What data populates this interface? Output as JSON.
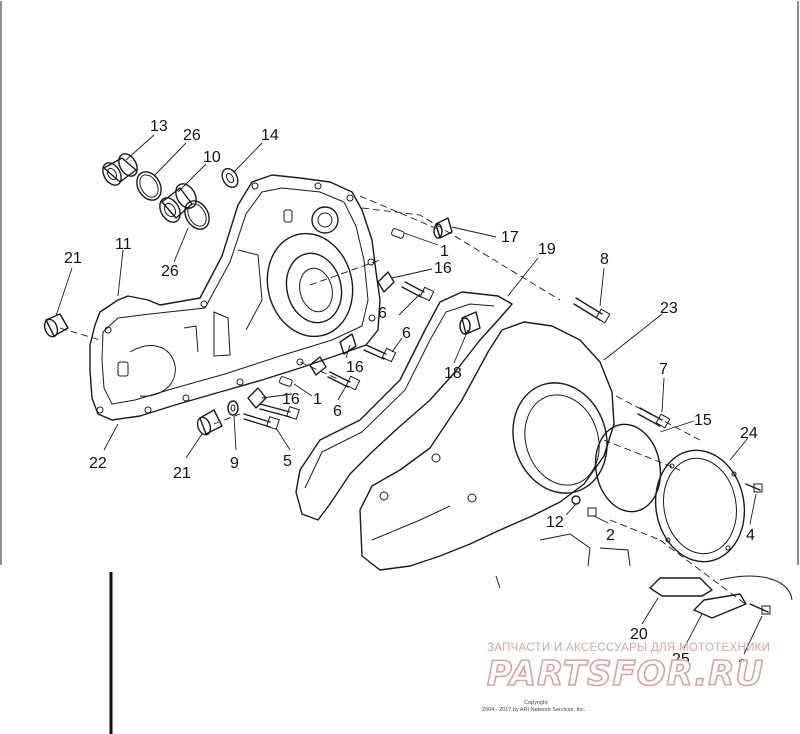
{
  "callouts": [
    {
      "id": "c13",
      "label": "13"
    },
    {
      "id": "c26a",
      "label": "26"
    },
    {
      "id": "c10",
      "label": "10"
    },
    {
      "id": "c14",
      "label": "14"
    },
    {
      "id": "c21a",
      "label": "21"
    },
    {
      "id": "c11",
      "label": "11"
    },
    {
      "id": "c26b",
      "label": "26"
    },
    {
      "id": "c1a",
      "label": "1"
    },
    {
      "id": "c17",
      "label": "17"
    },
    {
      "id": "c19",
      "label": "19"
    },
    {
      "id": "c8",
      "label": "8"
    },
    {
      "id": "c16a",
      "label": "16"
    },
    {
      "id": "c6a",
      "label": "6"
    },
    {
      "id": "c6b",
      "label": "6"
    },
    {
      "id": "c23",
      "label": "23"
    },
    {
      "id": "c16b",
      "label": "16"
    },
    {
      "id": "c18",
      "label": "18"
    },
    {
      "id": "c1b",
      "label": "1"
    },
    {
      "id": "c16c",
      "label": "16"
    },
    {
      "id": "c6c",
      "label": "6"
    },
    {
      "id": "c7",
      "label": "7"
    },
    {
      "id": "c15",
      "label": "15"
    },
    {
      "id": "c24",
      "label": "24"
    },
    {
      "id": "c22",
      "label": "22"
    },
    {
      "id": "c9",
      "label": "9"
    },
    {
      "id": "c21b",
      "label": "21"
    },
    {
      "id": "c5",
      "label": "5"
    },
    {
      "id": "c12",
      "label": "12"
    },
    {
      "id": "c2",
      "label": "2"
    },
    {
      "id": "c4",
      "label": "4"
    },
    {
      "id": "c20",
      "label": "20"
    },
    {
      "id": "c25",
      "label": "25"
    },
    {
      "id": "c3",
      "label": "3"
    }
  ],
  "watermark": {
    "tagline": "ЗАПЧАСТИ И АКСЕССУАРЫ ДЛЯ МОТОТЕХНИКИ",
    "logo": "PARTSFOR.RU"
  },
  "copyright": {
    "line1": "Copyright",
    "line2": "2004 - 2017 by ARI Network Services, Inc."
  }
}
